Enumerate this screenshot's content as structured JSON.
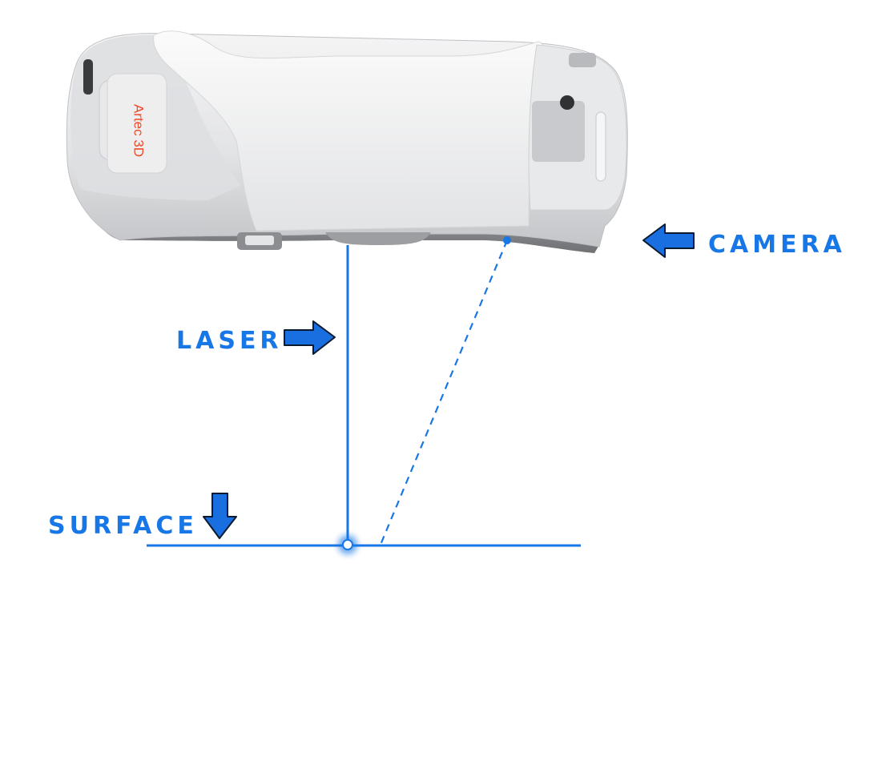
{
  "labels": {
    "camera": "CAMERA",
    "laser": "LASER",
    "surface": "SURFACE"
  },
  "device": {
    "brand": "Artec 3D"
  },
  "colors": {
    "accent_blue": "#1877e6",
    "arrow_blue": "#1a6fe0",
    "brand_orange": "#ef4a2a",
    "body_light": "#e9e9ea",
    "body_mid": "#cfd0d2",
    "body_dark": "#8e9093"
  },
  "icons": [
    "arrow-left-icon",
    "arrow-right-icon",
    "arrow-down-icon"
  ]
}
